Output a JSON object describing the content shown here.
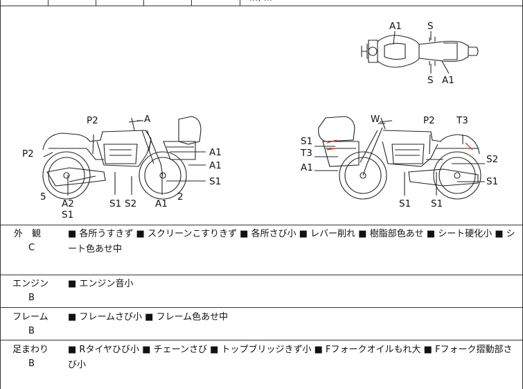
{
  "top_row": {
    "partial_text": "..., ..."
  },
  "diagram": {
    "top_view": {
      "label_a1_top": "A1",
      "label_s_top": "S",
      "label_s_bottom": "S",
      "label_a1_bottom": "A1"
    },
    "left_side": {
      "label_a": "A",
      "label_p2_top": "P2",
      "label_p2_left": "P2",
      "label_a1_1": "A1",
      "label_a1_2": "A1",
      "label_s1_right": "S1",
      "label_5": "5",
      "label_a2": "A2",
      "label_s1_under_a2": "S1",
      "label_s1_mid": "S1",
      "label_s2_mid": "S2",
      "label_a1_bottom": "A1",
      "label_2": "2"
    },
    "right_side": {
      "label_w": "W",
      "label_p2": "P2",
      "label_t3_top": "T3",
      "label_s1_left": "S1",
      "label_t3_left": "T3",
      "label_a1_left": "A1",
      "label_s2_right": "S2",
      "label_s1_right": "S1",
      "label_s1_bottom_1": "S1",
      "label_s1_bottom_2": "S1"
    }
  },
  "rows": [
    {
      "category": "外　観",
      "grade": "C",
      "description": "■ 各所うすきず ■ スクリーンこすりきず ■ 各所さび小 ■ レバー削れ ■ 樹脂部色あせ ■ シート硬化小 ■ シート色あせ中"
    },
    {
      "category": "エンジン",
      "grade": "B",
      "description": "■ エンジン音小"
    },
    {
      "category": "フレーム",
      "grade": "B",
      "description": "■ フレームさび小 ■ フレーム色あせ中"
    },
    {
      "category": "足まわり",
      "grade": "B",
      "description": "■ Rタイヤひび小 ■ チェーンさび ■ トップブリッジきず小 ■ Fフォークオイルもれ大 ■ Fフォーク摺動部さび小"
    }
  ],
  "colors": {
    "line": "#333333",
    "damage_marker": "#e0392b"
  }
}
